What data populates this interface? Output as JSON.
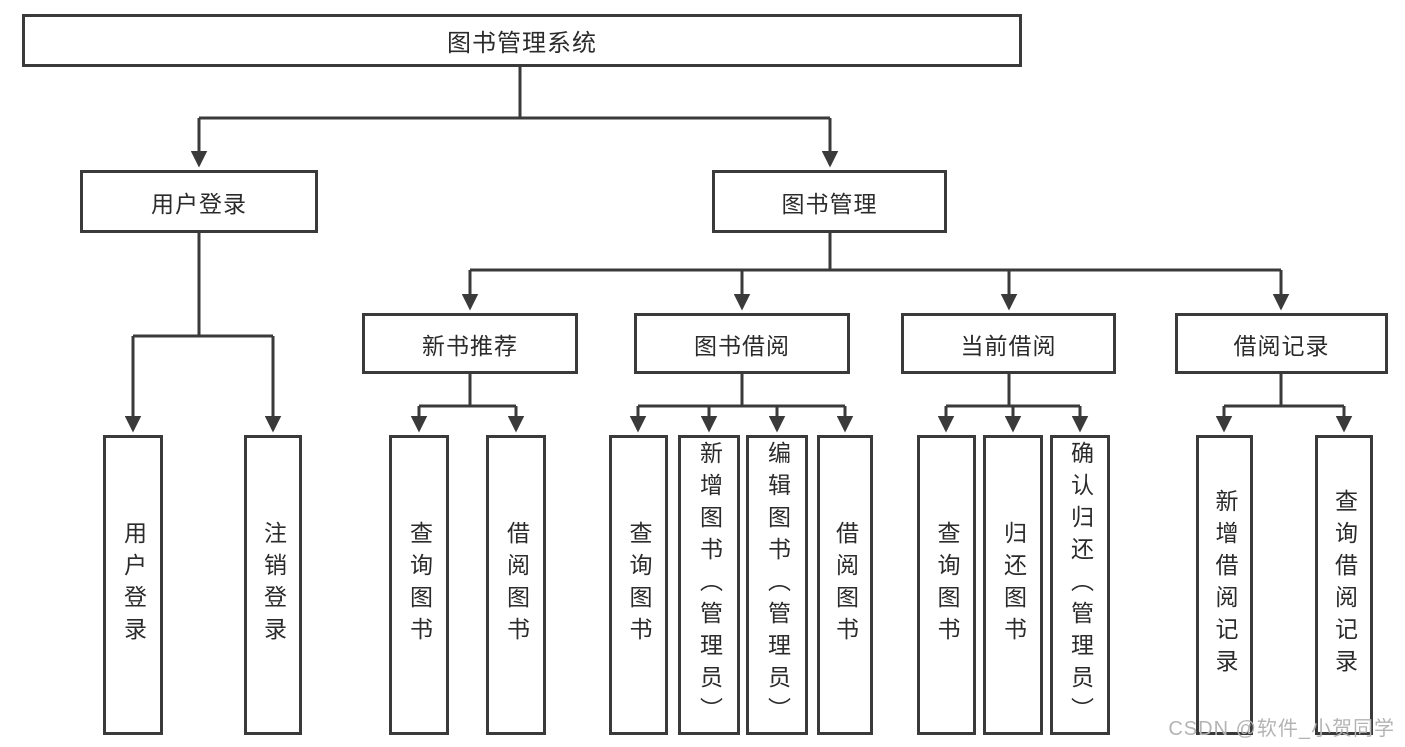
{
  "diagram": {
    "root": {
      "label": "图书管理系统",
      "children": [
        {
          "label": "用户登录",
          "children": [
            {
              "label": "用户登录"
            },
            {
              "label": "注销登录"
            }
          ]
        },
        {
          "label": "图书管理",
          "children": [
            {
              "label": "新书推荐",
              "children": [
                {
                  "label": "查询图书"
                },
                {
                  "label": "借阅图书"
                }
              ]
            },
            {
              "label": "图书借阅",
              "children": [
                {
                  "label": "查询图书"
                },
                {
                  "label": "新增图书（管理员）"
                },
                {
                  "label": "编辑图书（管理员）"
                },
                {
                  "label": "借阅图书"
                }
              ]
            },
            {
              "label": "当前借阅",
              "children": [
                {
                  "label": "查询图书"
                },
                {
                  "label": "归还图书"
                },
                {
                  "label": "确认归还（管理员）"
                }
              ]
            },
            {
              "label": "借阅记录",
              "children": [
                {
                  "label": "新增借阅记录"
                },
                {
                  "label": "查询借阅记录"
                }
              ]
            }
          ]
        }
      ]
    }
  },
  "watermark": {
    "text": "CSDN @软件_小贺同学"
  },
  "colors": {
    "line": "#3a3a3a",
    "box_border": "#3a3a3a",
    "text": "#2b2b2b",
    "background": "#ffffff",
    "watermark": "#b4b4b4"
  }
}
